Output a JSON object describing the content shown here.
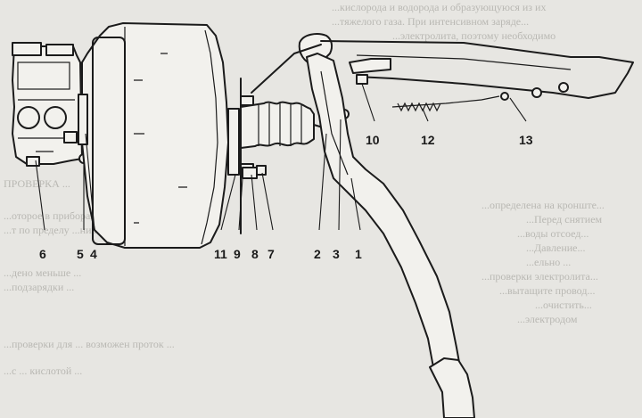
{
  "figure": {
    "callouts": [
      {
        "id": "c1",
        "text": "1"
      },
      {
        "id": "c2",
        "text": "2"
      },
      {
        "id": "c3",
        "text": "3"
      },
      {
        "id": "c4",
        "text": "4"
      },
      {
        "id": "c5",
        "text": "5"
      },
      {
        "id": "c6",
        "text": "6"
      },
      {
        "id": "c7",
        "text": "7"
      },
      {
        "id": "c8",
        "text": "8"
      },
      {
        "id": "c9",
        "text": "9"
      },
      {
        "id": "c10",
        "text": "10"
      },
      {
        "id": "c11",
        "text": "11"
      },
      {
        "id": "c12",
        "text": "12"
      },
      {
        "id": "c13",
        "text": "13"
      }
    ]
  },
  "background_text": {
    "lines": [
      "...кислорода и водорода и образующуюся из их",
      "...тяжелого газа. При интенсивном заряде...",
      "...электролита, поэтому необходимо",
      "ПРОВЕРКА ...",
      "...оторое в приборах, ...",
      "...т по пределу ...ния",
      "...дено меньше ...",
      "...подзарядки ...",
      "...проверки для ... возможен проток ...",
      "...с ... кислотой ...",
      "...определена на кронште...",
      "...Перед снятием",
      "...воды отсоед...",
      "...Давление...",
      "...ельно ...",
      "...проверки электролита...",
      "...вытащите провод...",
      "...очистить...",
      "...электродом"
    ]
  }
}
